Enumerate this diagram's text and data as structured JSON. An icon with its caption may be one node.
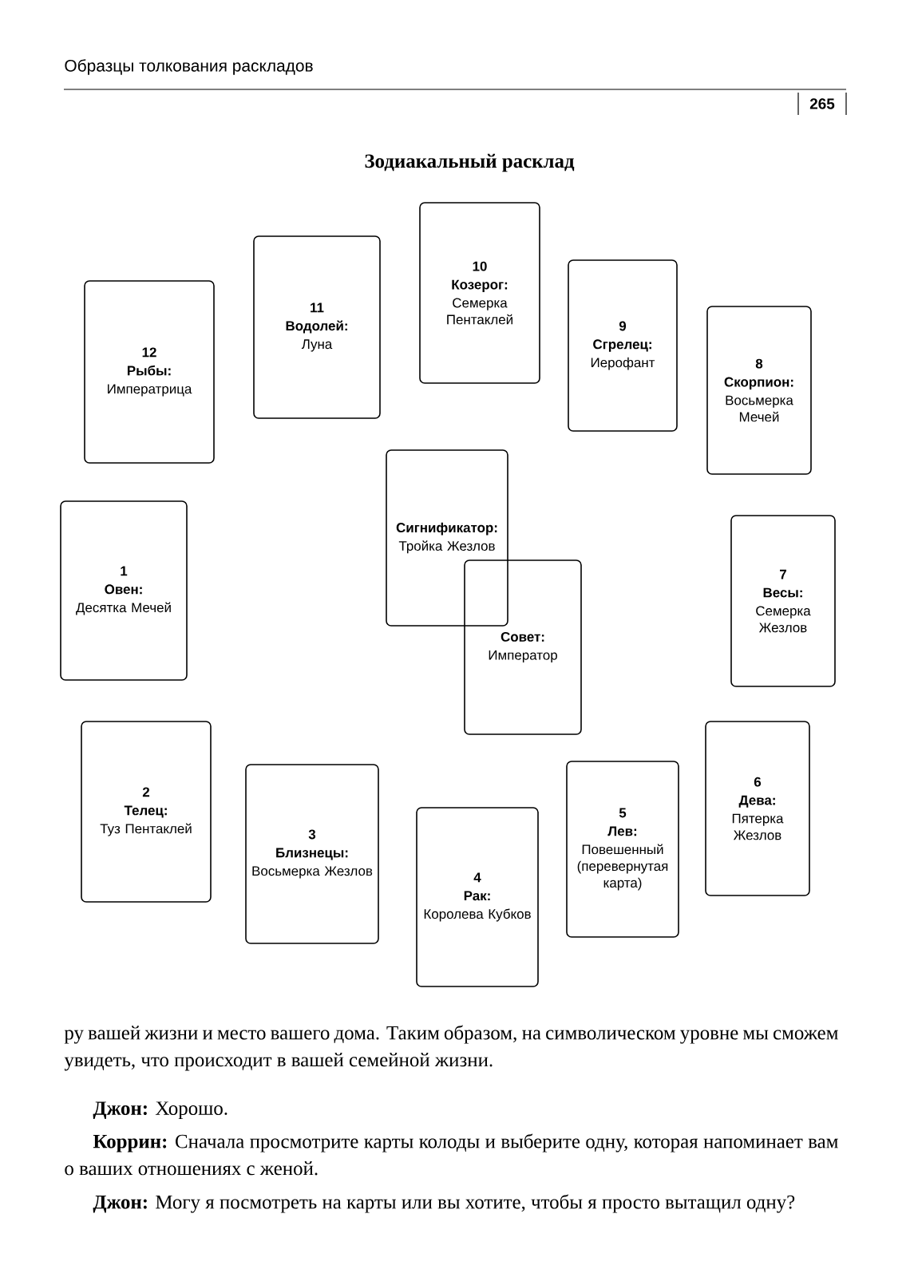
{
  "diagram": {
    "title": "Зодиакальный расклад",
    "nodes": [
      {
        "text": [
          "12",
          "Рыбы:",
          "Императрица"
        ]
      },
      {
        "text": [
          "11",
          "Водолей:",
          "Луна"
        ]
      },
      {
        "text": [
          "10",
          "Козерог:",
          "Семерка Пентаклей"
        ]
      },
      {
        "text": [
          "9",
          "Сгрелец:",
          "Иерофант"
        ]
      },
      {
        "text": [
          "8",
          "Скорпион:",
          "Восьмерка Мечей"
        ]
      },
      {
        "text": [
          "Сигнификатор:",
          "Тройка Жезлов"
        ]
      },
      {
        "text": [
          "1",
          "Овен:",
          "Десятка Мечей"
        ]
      },
      {
        "text": [
          "Совет:",
          "Император"
        ]
      },
      {
        "text": [
          "7",
          "Весы:",
          "Семерка Жезлов"
        ]
      },
      {
        "text": [
          "2",
          "Телец:",
          "Туз Пентаклей"
        ]
      },
      {
        "text": [
          "3",
          "Близнецы:",
          "Восьмерка Жезлов"
        ]
      },
      {
        "text": [
          "4",
          "Рак:",
          "Королева Кубков"
        ]
      },
      {
        "text": [
          "5",
          "Лев:",
          "Повешенный (перевернутая карта)"
        ]
      },
      {
        "text": [
          "6",
          "Дева:",
          "Пятерка Жезлов"
        ]
      }
    ],
    "labels": [
      "Образцы толкования раскладов",
      "265",
      "ру вашей жизни и место вашего дома. Таким образом, на символическом уровне мы сможем увидеть, что происходит в вашей семейной жизни.",
      "**Джон:** Хорошо.",
      "**Коррин:** Сначала просмотрите карты колоды и выберите одну, которая напоминает вам о ваших отношениях с женой.",
      "**Джон:** Могу я посмотреть на карты или вы хотите, чтобы я просто вытащил одну?"
    ]
  }
}
